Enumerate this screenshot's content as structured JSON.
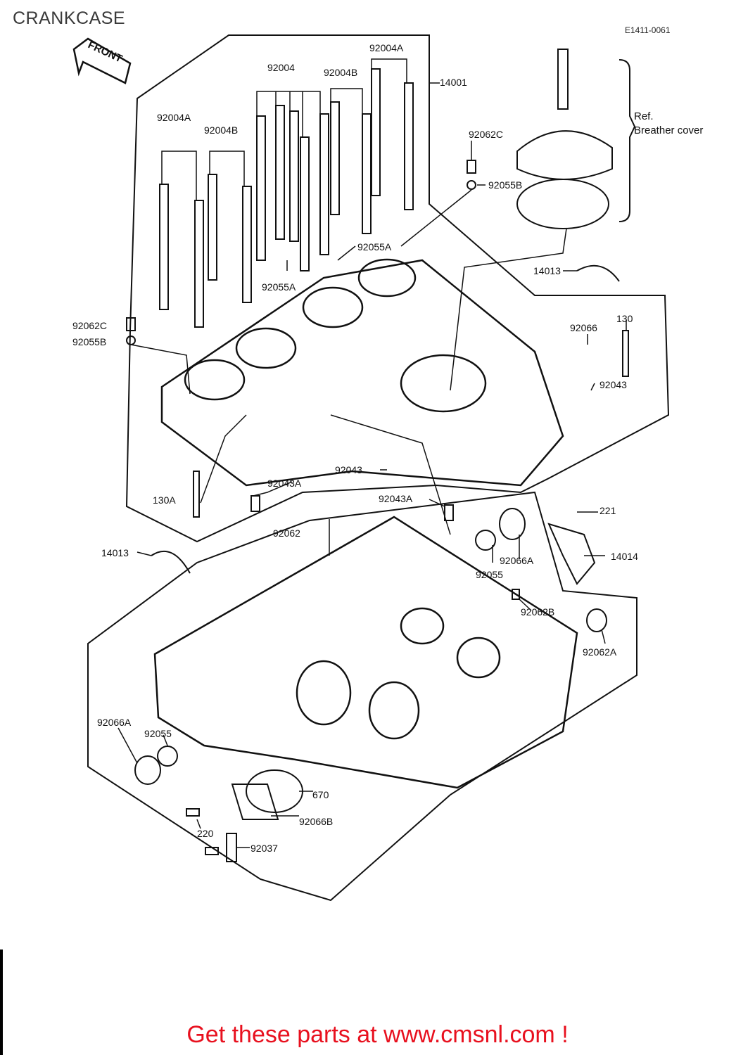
{
  "page": {
    "title": "CRANKCASE",
    "diagram_code": "E1411-0061",
    "front_label": "FRONT",
    "promo": "Get these parts at www.cmsnl.com !"
  },
  "reference": {
    "ref": "Ref.",
    "name": "Breather cover"
  },
  "parts": [
    {
      "label": "92004A"
    },
    {
      "label": "92004"
    },
    {
      "label": "92004B"
    },
    {
      "label": "14001"
    },
    {
      "label": "92004A"
    },
    {
      "label": "92004B"
    },
    {
      "label": "92062C"
    },
    {
      "label": "92055B"
    },
    {
      "label": "92055A"
    },
    {
      "label": "92055A"
    },
    {
      "label": "14013"
    },
    {
      "label": "92066"
    },
    {
      "label": "130"
    },
    {
      "label": "92062C"
    },
    {
      "label": "92055B"
    },
    {
      "label": "92043"
    },
    {
      "label": "92043"
    },
    {
      "label": "130A"
    },
    {
      "label": "92043A"
    },
    {
      "label": "92043A"
    },
    {
      "label": "92062"
    },
    {
      "label": "221"
    },
    {
      "label": "14014"
    },
    {
      "label": "92066A"
    },
    {
      "label": "14013"
    },
    {
      "label": "92055"
    },
    {
      "label": "92062B"
    },
    {
      "label": "92062A"
    },
    {
      "label": "92066A"
    },
    {
      "label": "92055"
    },
    {
      "label": "670"
    },
    {
      "label": "92066B"
    },
    {
      "label": "220"
    },
    {
      "label": "92037"
    }
  ]
}
